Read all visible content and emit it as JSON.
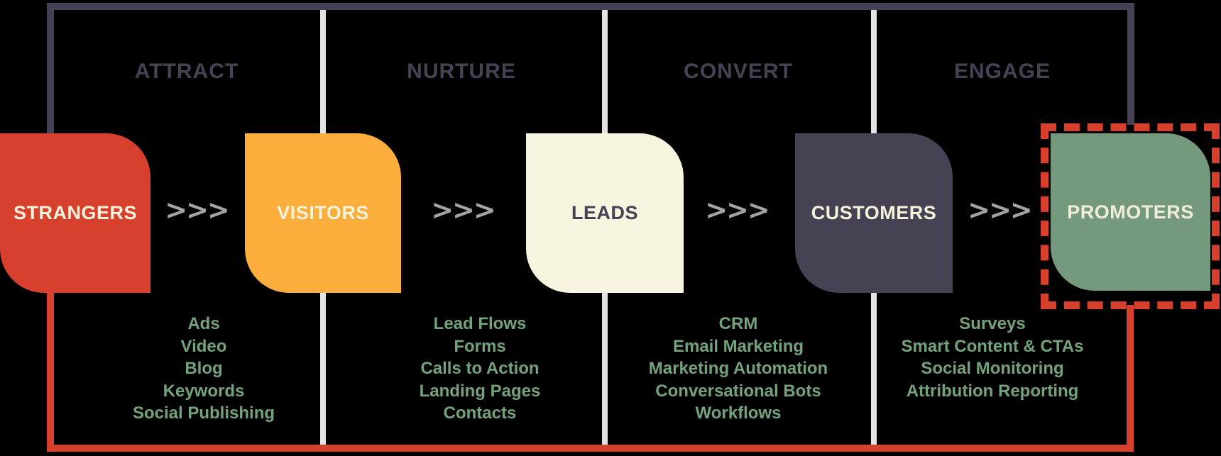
{
  "diagram": {
    "background": "#000000",
    "frame_color": "#474253",
    "divider_color": "#e3e3e3",
    "flow_path_color": "#d8402e",
    "tool_text_color": "#74a27c",
    "arrow": {
      "glyph": ">>>",
      "color": "#a4a4a4"
    }
  },
  "phases": [
    {
      "label": "ATTRACT",
      "tools": [
        "Ads",
        "Video",
        "Blog",
        "Keywords",
        "Social Publishing"
      ]
    },
    {
      "label": "NURTURE",
      "tools": [
        "Lead Flows",
        "Forms",
        "Calls to Action",
        "Landing Pages",
        "Contacts"
      ]
    },
    {
      "label": "CONVERT",
      "tools": [
        "CRM",
        "Email Marketing",
        "Marketing Automation",
        "Conversational Bots",
        "Workflows"
      ]
    },
    {
      "label": "ENGAGE",
      "tools": [
        "Surveys",
        "Smart Content & CTAs",
        "Social Monitoring",
        "Attribution Reporting"
      ]
    }
  ],
  "stages": [
    {
      "label": "STRANGERS",
      "color": "#d8402e",
      "text_color": "#f7f2dc"
    },
    {
      "label": "VISITORS",
      "color": "#fbae3c",
      "text_color": "#f7f2dc"
    },
    {
      "label": "LEADS",
      "color": "#f7f4e0",
      "text_color": "#474253"
    },
    {
      "label": "CUSTOMERS",
      "color": "#474253",
      "text_color": "#f7f2dc"
    },
    {
      "label": "PROMOTERS",
      "color": "#75997d",
      "text_color": "#f0eeda",
      "highlighted": true
    }
  ]
}
